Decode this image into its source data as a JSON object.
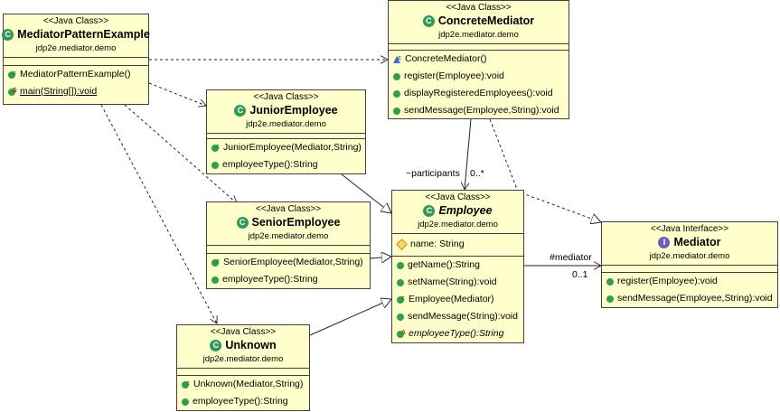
{
  "classes": {
    "mediator_pattern_example": {
      "stereotype": "<<Java Class>>",
      "name": "MediatorPatternExample",
      "package": "jdp2e.mediator.demo",
      "methods": [
        "MediatorPatternExample()",
        "main(String[]):void"
      ]
    },
    "concrete_mediator": {
      "stereotype": "<<Java Class>>",
      "name": "ConcreteMediator",
      "package": "jdp2e.mediator.demo",
      "methods": [
        "ConcreteMediator()",
        "register(Employee):void",
        "displayRegisteredEmployees():void",
        "sendMessage(Employee,String):void"
      ]
    },
    "junior_employee": {
      "stereotype": "<<Java Class>>",
      "name": "JuniorEmployee",
      "package": "jdp2e.mediator.demo",
      "methods": [
        "JuniorEmployee(Mediator,String)",
        "employeeType():String"
      ]
    },
    "senior_employee": {
      "stereotype": "<<Java Class>>",
      "name": "SeniorEmployee",
      "package": "jdp2e.mediator.demo",
      "methods": [
        "SeniorEmployee(Mediator,String)",
        "employeeType():String"
      ]
    },
    "employee": {
      "stereotype": "<<Java Class>>",
      "name": "Employee",
      "package": "jdp2e.mediator.demo",
      "fields": [
        "name: String"
      ],
      "methods": [
        "getName():String",
        "setName(String):void",
        "Employee(Mediator)",
        "sendMessage(String):void",
        "employeeType():String"
      ]
    },
    "mediator": {
      "stereotype": "<<Java Interface>>",
      "name": "Mediator",
      "package": "jdp2e.mediator.demo",
      "methods": [
        "register(Employee):void",
        "sendMessage(Employee,String):void"
      ]
    },
    "unknown": {
      "stereotype": "<<Java Class>>",
      "name": "Unknown",
      "package": "jdp2e.mediator.demo",
      "methods": [
        "Unknown(Mediator,String)",
        "employeeType():String"
      ]
    }
  },
  "associations": {
    "participants_role": "~participants",
    "participants_multiplicity": "0..*",
    "mediator_role": "#mediator",
    "mediator_multiplicity": "0..1"
  },
  "icons": {
    "class": "class-icon",
    "interface": "interface-icon",
    "public_method": "public-method-icon",
    "constructor": "constructor-icon",
    "protected_field": "protected-field-icon"
  },
  "colors": {
    "class_fill": "#ffffcc",
    "border": "#404040",
    "class_icon": "#2f9a55",
    "interface_icon": "#6a5fbf"
  }
}
